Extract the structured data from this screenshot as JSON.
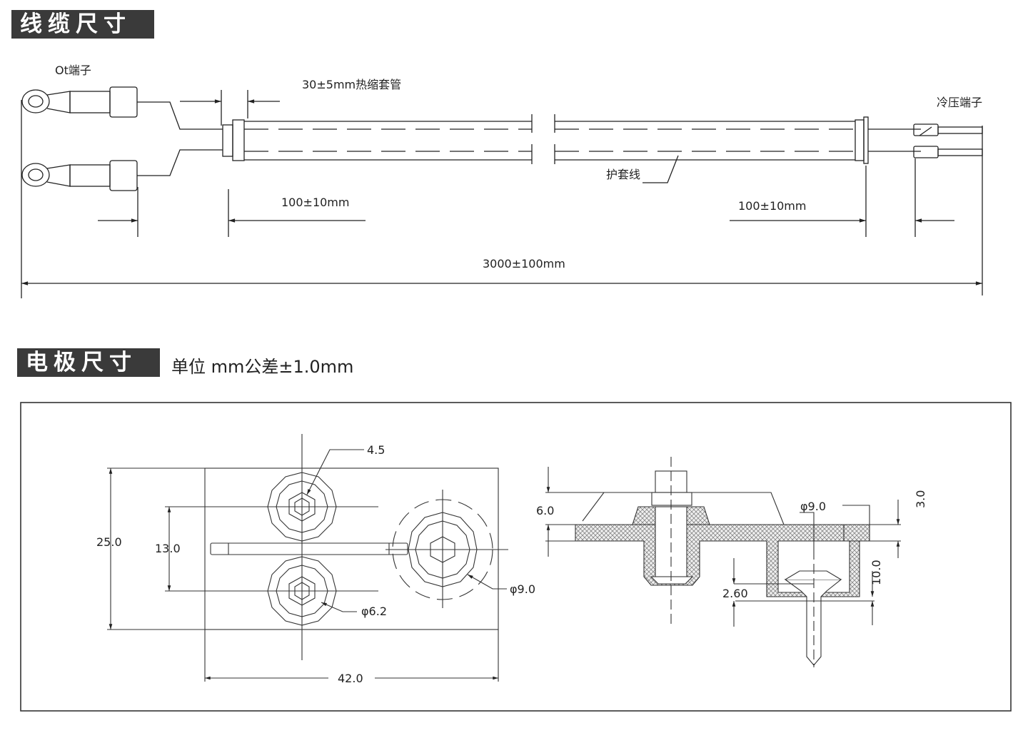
{
  "sections": {
    "cable_title": "线缆尺寸",
    "electrode_title": "电极尺寸",
    "electrode_unit_note": "单位 mm公差±1.0mm"
  },
  "cable": {
    "ot_terminal": "Ot端子",
    "heat_shrink": "30±5mm热缩套管",
    "cold_press_terminal": "冷压端子",
    "sheathed_wire": "护套线",
    "left_length": "100±10mm",
    "right_length": "100±10mm",
    "total_length": "3000±100mm"
  },
  "electrode": {
    "hole_inner": "4.5",
    "height_total": "25.0",
    "hole_spacing": "13.0",
    "hole_dia_small": "φ6.2",
    "hole_dia_large": "φ9.0",
    "width_total": "42.0",
    "side_thickness": "6.0",
    "side_dia": "φ9.0",
    "side_top": "3.0",
    "side_depth": "10.0",
    "side_gap": "2.60"
  }
}
